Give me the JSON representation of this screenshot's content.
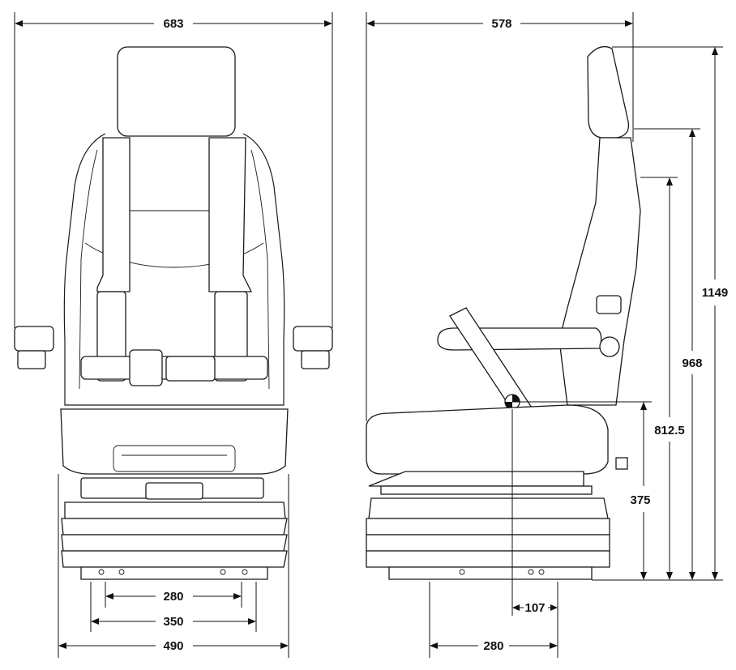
{
  "front_view": {
    "overall_width": "683",
    "base_width": "490",
    "mount_width_outer": "350",
    "mount_width_inner": "280"
  },
  "side_view": {
    "overall_depth": "578",
    "total_height": "1149",
    "height_headrest_base": "968",
    "height_backrest_top": "812.5",
    "height_seat": "375",
    "cog_offset": "107",
    "mount_depth": "280"
  }
}
